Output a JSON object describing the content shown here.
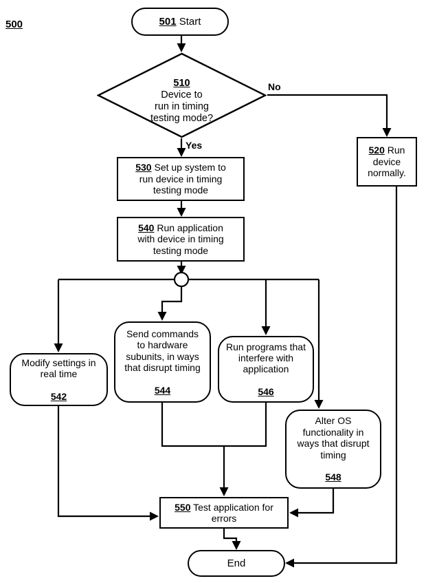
{
  "figure": {
    "number": "500",
    "type": "flowchart"
  },
  "nodes": {
    "start": {
      "ref": "501",
      "label": "Start",
      "shape": "stadium"
    },
    "decision": {
      "ref": "510",
      "label": "Device to\nrun in timing\ntesting mode?",
      "shape": "diamond"
    },
    "run_normally": {
      "ref": "520",
      "label": "Run\ndevice\nnormally.",
      "shape": "rect"
    },
    "setup": {
      "ref": "530",
      "label": "Set up system to\nrun device in timing\ntesting mode",
      "shape": "rect"
    },
    "run_app": {
      "ref": "540",
      "label": "Run application\nwith device in timing\ntesting mode",
      "shape": "rect"
    },
    "modify_settings": {
      "ref": "542",
      "label": "Modify settings in\nreal time",
      "shape": "round"
    },
    "send_commands": {
      "ref": "544",
      "label": "Send commands\nto hardware\nsubunits, in ways\nthat disrupt timing",
      "shape": "round"
    },
    "run_programs": {
      "ref": "546",
      "label": "Run programs that\ninterfere with\napplication",
      "shape": "round"
    },
    "alter_os": {
      "ref": "548",
      "label": "Alter OS\nfunctionality in\nways that disrupt\ntiming",
      "shape": "round"
    },
    "test_app": {
      "ref": "550",
      "label": "Test application for\nerrors",
      "shape": "rect"
    },
    "end": {
      "ref": "",
      "label": "End",
      "shape": "stadium"
    }
  },
  "edge_labels": {
    "no": "No",
    "yes": "Yes"
  },
  "colors": {
    "stroke": "#000000",
    "fill": "#ffffff",
    "text": "#000000"
  }
}
